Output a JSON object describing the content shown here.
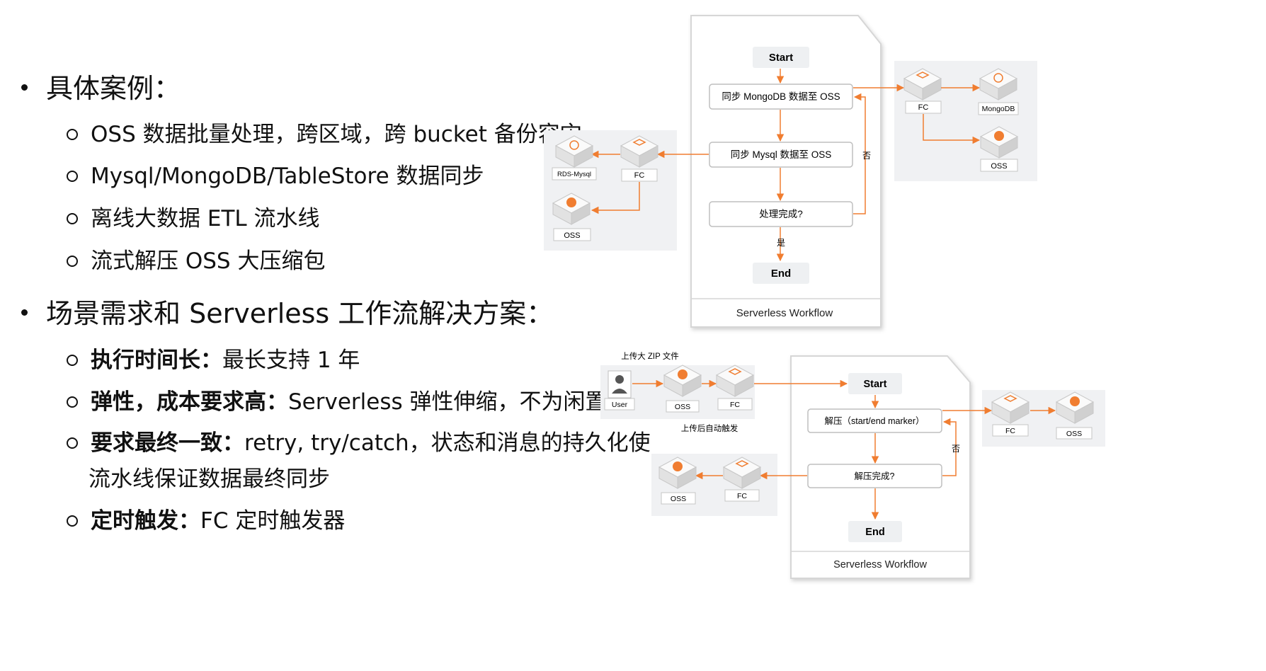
{
  "text": {
    "heading1": "具体案例：",
    "items1": [
      "OSS 数据批量处理，跨区域，跨 bucket 备份容灾",
      "Mysql/MongoDB/TableStore 数据同步",
      "离线大数据 ETL 流水线",
      "流式解压 OSS 大压缩包"
    ],
    "heading2": "场景需求和 Serverless 工作流解决方案：",
    "items2": [
      {
        "bold": "执行时间长：",
        "text": "最长支持 1 年"
      },
      {
        "bold": "弹性，成本要求高：",
        "text": "Serverless 弹性伸缩，不为闲置付费"
      },
      {
        "bold": "要求最终一致：",
        "text": "retry, try/catch，状态和消息的持久化使"
      },
      {
        "bold": "",
        "text": "流水线保证数据最终同步"
      },
      {
        "bold": "定时触发：",
        "text": "FC 定时触发器"
      }
    ]
  },
  "diagram1": {
    "start": "Start",
    "step1": "同步 MongoDB 数据至 OSS",
    "step2": "同步 Mysql 数据至 OSS",
    "decision": "处理完成?",
    "no_label": "否",
    "yes_label": "是",
    "end": "End",
    "footer": "Serverless Workflow",
    "right": {
      "fc": "FC",
      "mongodb": "MongoDB",
      "oss": "OSS"
    },
    "left": {
      "rds": "RDS-Mysql",
      "fc": "FC",
      "oss": "OSS"
    }
  },
  "diagram2": {
    "upload_label": "上传大 ZIP 文件",
    "auto_trigger": "上传后自动触发",
    "user": "User",
    "oss_top": "OSS",
    "fc_top": "FC",
    "start": "Start",
    "step1": "解压（start/end marker）",
    "decision": "解压完成?",
    "no_label": "否",
    "end": "End",
    "footer": "Serverless Workflow",
    "right": {
      "fc": "FC",
      "oss": "OSS"
    },
    "left": {
      "oss": "OSS",
      "fc": "FC"
    }
  },
  "colors": {
    "accent": "#f07d30",
    "cube_top": "#f7f7f7",
    "panel_bg": "#f0f1f3",
    "doc_border": "#d9d9d9"
  }
}
